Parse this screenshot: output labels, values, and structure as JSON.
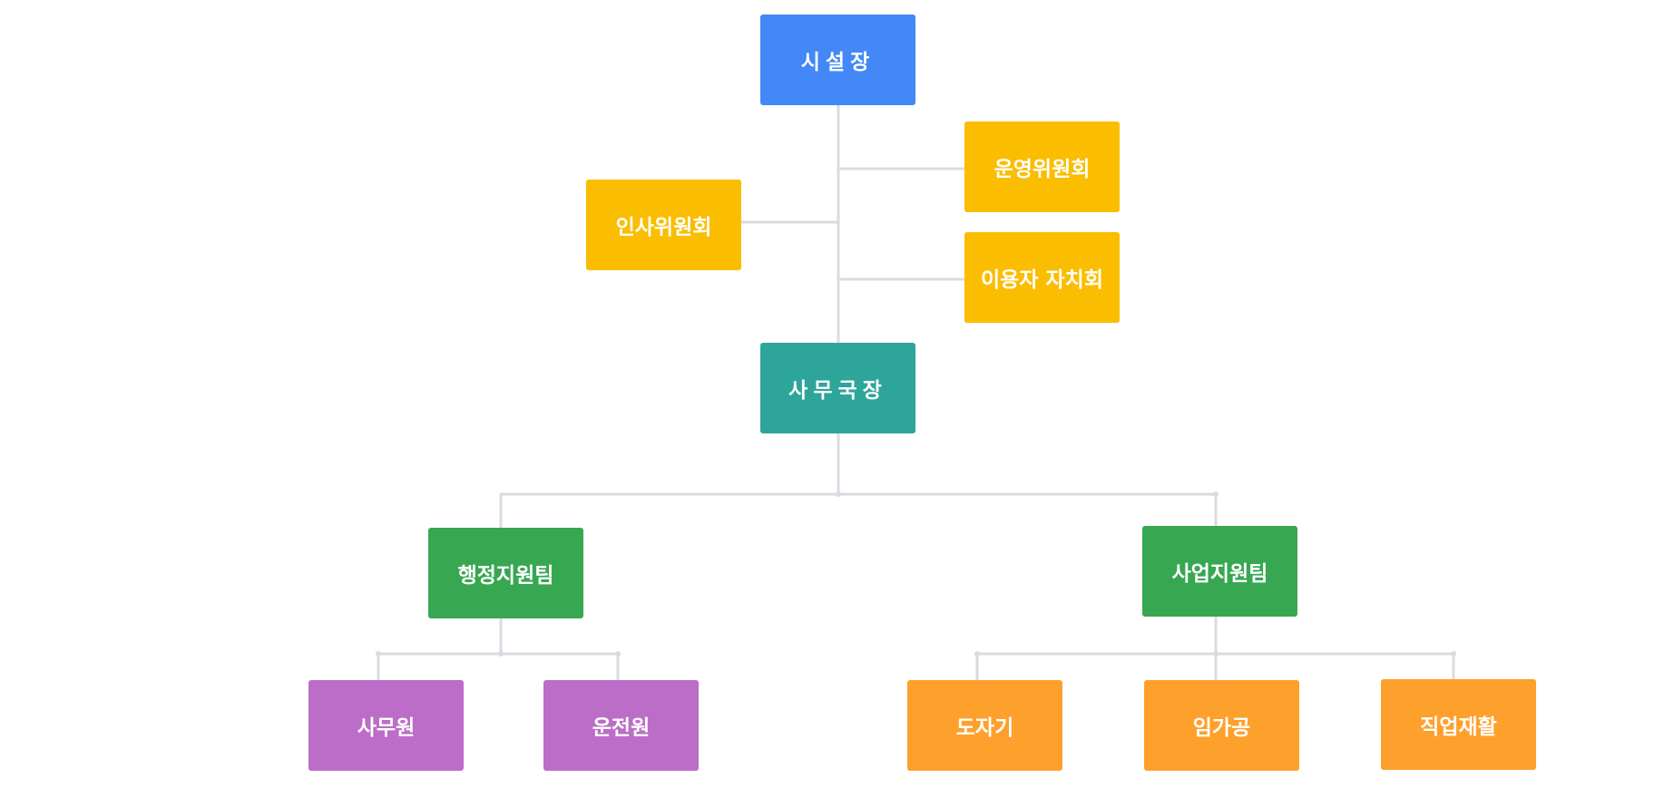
{
  "colors": {
    "top": "#4388F7",
    "committee": "#FABD00",
    "director": "#2EA59A",
    "team": "#37A752",
    "admin_staff": "#BC6DC7",
    "program": "#FEA02C",
    "line": "#DADBE1"
  },
  "nodes": {
    "director_general": "시설장",
    "operating_committee": "운영위원회",
    "personnel_committee": "인사위원회",
    "user_council": "이용자 자치회",
    "secretary_general": "사무국장",
    "admin_support_team": "행정지원팀",
    "business_support_team": "사업지원팀",
    "office_worker": "사무원",
    "driver": "운전원",
    "pottery": "도자기",
    "subcontracting": "임가공",
    "vocational_rehab": "직업재활"
  }
}
